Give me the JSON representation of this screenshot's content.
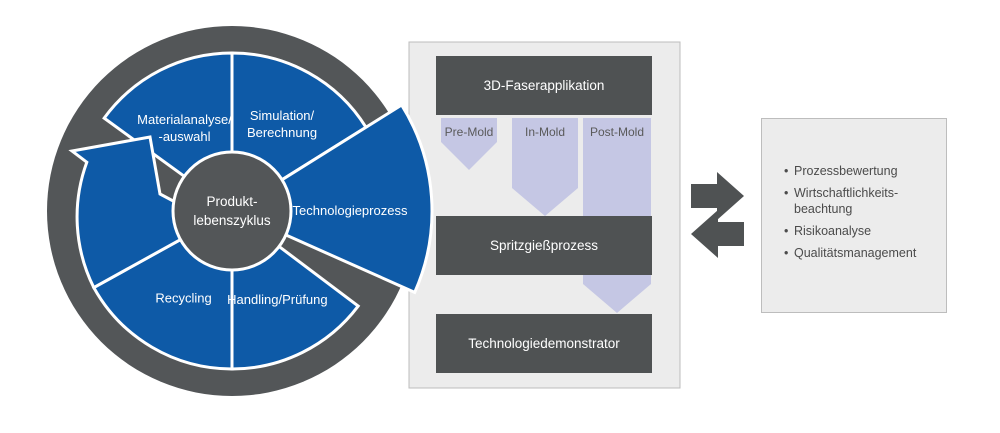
{
  "colors": {
    "blue": "#0e5aa7",
    "ring": "#535658",
    "box": "#4f5253",
    "lilac": "#c5c7e4",
    "panel": "#ececec"
  },
  "cycle": {
    "center": "Produkt-\nlebenszyklus",
    "segments": {
      "material": "Materialanalyse/\n-auswahl",
      "simulation": "Simulation/\nBerechnung",
      "technology": "Technologieprozess",
      "handling": "Handling/Prüfung",
      "recycling": "Recycling"
    }
  },
  "process": {
    "top": "3D-Faserapplikation",
    "phases": [
      "Pre-Mold",
      "In-Mold",
      "Post-Mold"
    ],
    "middle": "Spritzgießprozess",
    "bottom": "Technologiedemonstrator"
  },
  "evaluation": {
    "items": [
      "Prozessbewertung",
      "Wirtschaftlichkeits-\nbeachtung",
      "Risikoanalyse",
      "Qualitätsmanagement"
    ]
  },
  "arrows": {
    "right_icon": "arrow-right-icon",
    "left_icon": "arrow-left-icon"
  }
}
